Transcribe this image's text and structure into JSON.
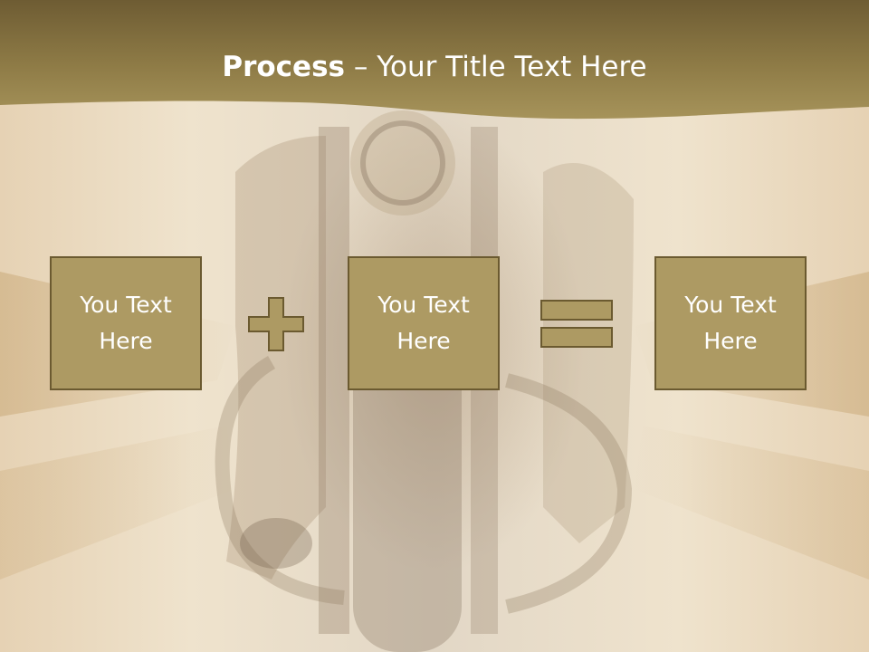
{
  "title": {
    "bold": "Process",
    "rest": " – Your Title Text Here"
  },
  "boxes": [
    {
      "label": "You Text Here"
    },
    {
      "label": "You Text Here"
    },
    {
      "label": "You Text Here"
    }
  ],
  "operators": [
    "plus-icon",
    "equals-icon"
  ],
  "colors": {
    "header": "#a08d54",
    "box_fill": "#ad9a63",
    "box_border": "#6b5a30",
    "text": "#ffffff"
  }
}
